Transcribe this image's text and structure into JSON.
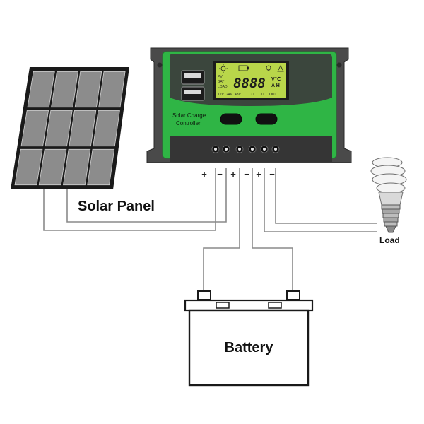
{
  "labels": {
    "solar_panel": "Solar Panel",
    "battery": "Battery",
    "load": "Load"
  },
  "controller": {
    "title_line1": "Solar Charge",
    "title_line2": "Controller",
    "lcd_digits": "8888",
    "lcd_unit_top": "V℃",
    "lcd_unit_bottom": "A H",
    "lcd_row_labels": [
      "PV",
      "BAT",
      "LOAD"
    ],
    "lcd_voltages": [
      "12V",
      "24V",
      "48V"
    ],
    "lcd_mode_labels": [
      "CO..",
      "CO..",
      "OUT"
    ]
  },
  "terminal_polarity": [
    "+",
    "−",
    "+",
    "−",
    "+",
    "−"
  ],
  "colors": {
    "controller_green": "#2fb545",
    "controller_body": "#4a4a4a",
    "lcd_screen": "#b9d64a",
    "panel_cell": "#8c8c8c",
    "wire": "#8a8a8a"
  }
}
